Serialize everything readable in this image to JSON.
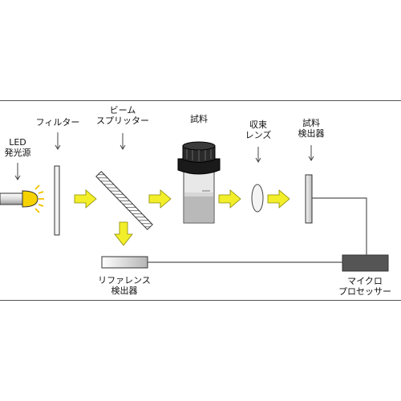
{
  "labels": {
    "led_line1": "LED",
    "led_line2": "発光源",
    "filter": "フィルター",
    "beam_splitter_line1": "ビーム",
    "beam_splitter_line2": "スプリッター",
    "sample": "試料",
    "converging_lens_line1": "収束",
    "converging_lens_line2": "レンズ",
    "sample_detector_line1": "試料",
    "sample_detector_line2": "検出器",
    "reference_detector_line1": "リファレンス",
    "reference_detector_line2": "検出器",
    "microprocessor_line1": "マイクロ",
    "microprocessor_line2": "プロセッサー"
  },
  "colors": {
    "arrow_fill": "#f2ee2a",
    "led_light": "#f5d200",
    "frame_line": "#555555",
    "microprocessor": "#555555",
    "cuvette_liquid": "#b9b9b9"
  }
}
